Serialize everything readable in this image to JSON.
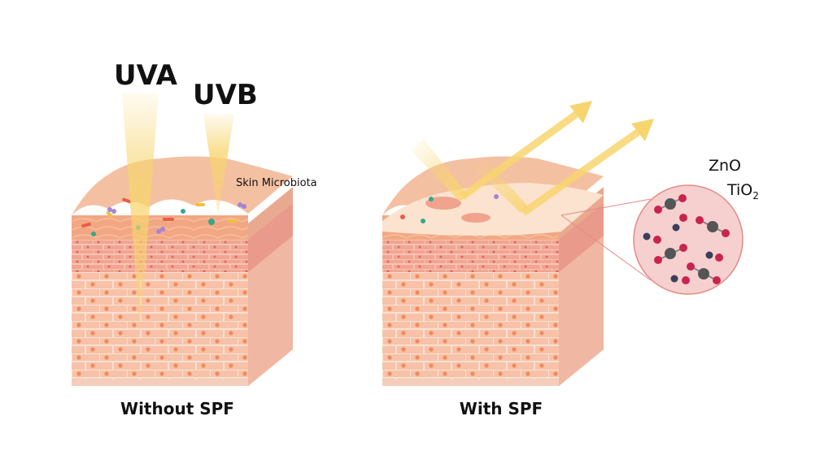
{
  "labels": {
    "uva": "UVA",
    "uvb": "UVB",
    "microbiota": "Skin Microbiota",
    "without_spf": "Without SPF",
    "with_spf": "With SPF",
    "zno": "ZnO",
    "tio2_main": "TiO",
    "tio2_sub": "2"
  },
  "colors": {
    "ray": "#f7d56e",
    "skin_top": "#f2b08c",
    "brick_layer": "#f0a48e",
    "lower_layer": "#f7c0a6",
    "cell_dot": "#f28a5a",
    "oxygen": "#c8244f",
    "titanium": "#4a4a4a",
    "zinc": "#3a3f5c",
    "lens": "#f6d0cf"
  }
}
